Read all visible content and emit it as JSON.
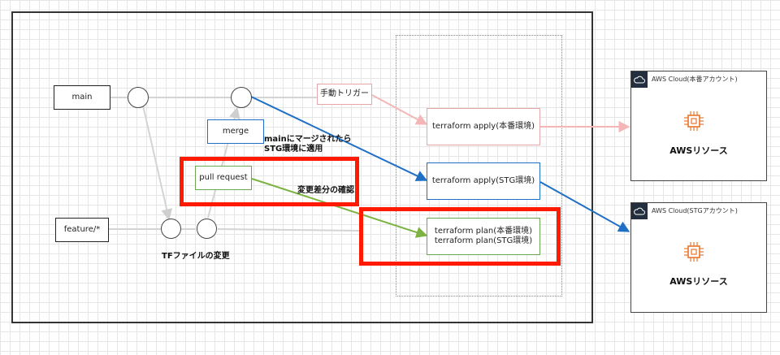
{
  "nodes": {
    "main": "main",
    "feature": "feature/*",
    "merge": "merge",
    "pull_request": "pull request",
    "manual_trigger": "手動トリガー",
    "apply_prod": "terraform apply(本番環境)",
    "apply_stg": "terraform apply(STG環境)",
    "plan_prod": "terraform plan(本番環境)",
    "plan_stg": "terraform plan(STG環境)"
  },
  "labels": {
    "merge_apply_line1": "mainにマージされたら",
    "merge_apply_line2": "STG環境に適用",
    "diff_check": "変更差分の確認",
    "tf_change": "TFファイルの変更"
  },
  "aws": {
    "prod_title": "AWS Cloud(本番アカウント)",
    "stg_title": "AWS Cloud(STGアカウント)",
    "resource_label": "AWSリソース"
  },
  "colors": {
    "flow_blue": "#1f6fc5",
    "flow_green": "#7cb342",
    "flow_pink": "#f4b6b6",
    "highlight_red": "#ff1a00",
    "aws_orange": "#e8762c"
  }
}
